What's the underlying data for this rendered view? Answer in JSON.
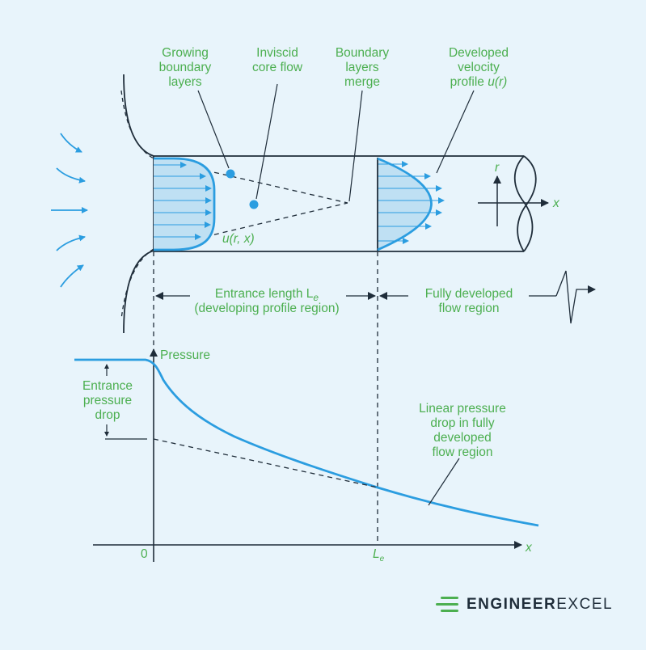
{
  "labels": {
    "growing": [
      "Growing",
      "boundary",
      "layers"
    ],
    "inviscid": [
      "Inviscid",
      "core flow"
    ],
    "merge": [
      "Boundary",
      "layers",
      "merge"
    ],
    "developed": [
      "Developed",
      "velocity",
      "profile"
    ],
    "developed_fn": "u(r)",
    "u_rx": "u(r, x)",
    "axis_r": "r",
    "axis_x": "x",
    "entrance_length": "Entrance length L",
    "entrance_length_sub": "e",
    "developing_region": "(developing profile region)",
    "fully_developed": [
      "Fully developed",
      "flow region"
    ],
    "pressure": "Pressure",
    "entrance_drop": [
      "Entrance",
      "pressure",
      "drop"
    ],
    "linear_drop": [
      "Linear pressure",
      "drop in fully",
      "developed",
      "flow region"
    ],
    "origin": "0",
    "Le": "L",
    "Le_sub": "e",
    "x_axis": "x"
  },
  "brand": {
    "bold": "ENGINEER",
    "light": "EXCEL"
  },
  "colors": {
    "background": "#e8f4fb",
    "ink": "#1f2d3a",
    "blue": "#2b9de0",
    "label_green": "#4caf50",
    "profile_fill": "#bfe0f3"
  }
}
